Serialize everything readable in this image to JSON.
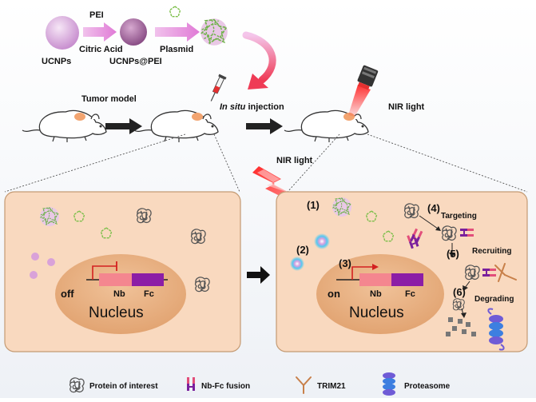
{
  "synthesis": {
    "ucnp_label": "UCNPs",
    "pei_label": "PEI",
    "citric_label": "Citric Acid",
    "ucnp_pei_label": "UCNPs@PEI",
    "plasmid_label": "Plasmid"
  },
  "workflow": {
    "tumor_label": "Tumor model",
    "injection_italic": "In situ",
    "injection_rest": " injection",
    "nir_top_label": "NIR light",
    "nir_mid_label": "NIR light"
  },
  "left_cell": {
    "nucleus_label": "Nucleus",
    "state_label": "off",
    "nb_label": "Nb",
    "fc_label": "Fc"
  },
  "right_cell": {
    "nucleus_label": "Nucleus",
    "state_label": "on",
    "nb_label": "Nb",
    "fc_label": "Fc",
    "step1": "(1)",
    "step2": "(2)",
    "step3": "(3)",
    "step4": "(4)",
    "step5": "(5)",
    "step6": "(6)",
    "targeting": "Targeting",
    "recruiting": "Recruiting",
    "degrading": "Degrading"
  },
  "legend": {
    "protein": "Protein of interest",
    "nbfc": "Nb-Fc fusion",
    "trim": "TRIM21",
    "proteasome": "Proteasome"
  },
  "colors": {
    "cell_fill": "#f9d9bf",
    "nucleus_fill": "#eab287",
    "nb_color": "#f4868f",
    "fc_color": "#8c1da6",
    "red_arrow": "#e8333a",
    "ucnp_pink": "#d9a2d9"
  }
}
